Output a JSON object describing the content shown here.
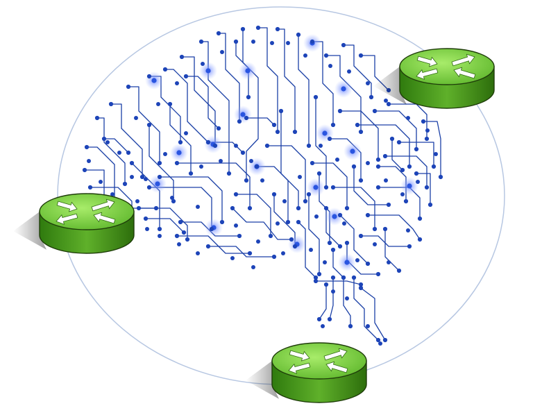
{
  "diagram": {
    "routers": [
      {
        "id": "router-top-right",
        "icon": "router-icon"
      },
      {
        "id": "router-left",
        "icon": "router-icon"
      },
      {
        "id": "router-bottom",
        "icon": "router-icon"
      }
    ],
    "brain": {
      "icon": "circuit-brain-icon"
    },
    "ring": {
      "icon": "ring-connection"
    },
    "colors": {
      "ring": "#b7c7e2",
      "trace": "#1a3fa6",
      "node": "#1d44b8",
      "glow": "#5b7cff",
      "router_top": "#7cd13a",
      "router_side": "#3f8f17",
      "router_outline": "#1f3d0a",
      "arrow": "#ffffff"
    }
  }
}
